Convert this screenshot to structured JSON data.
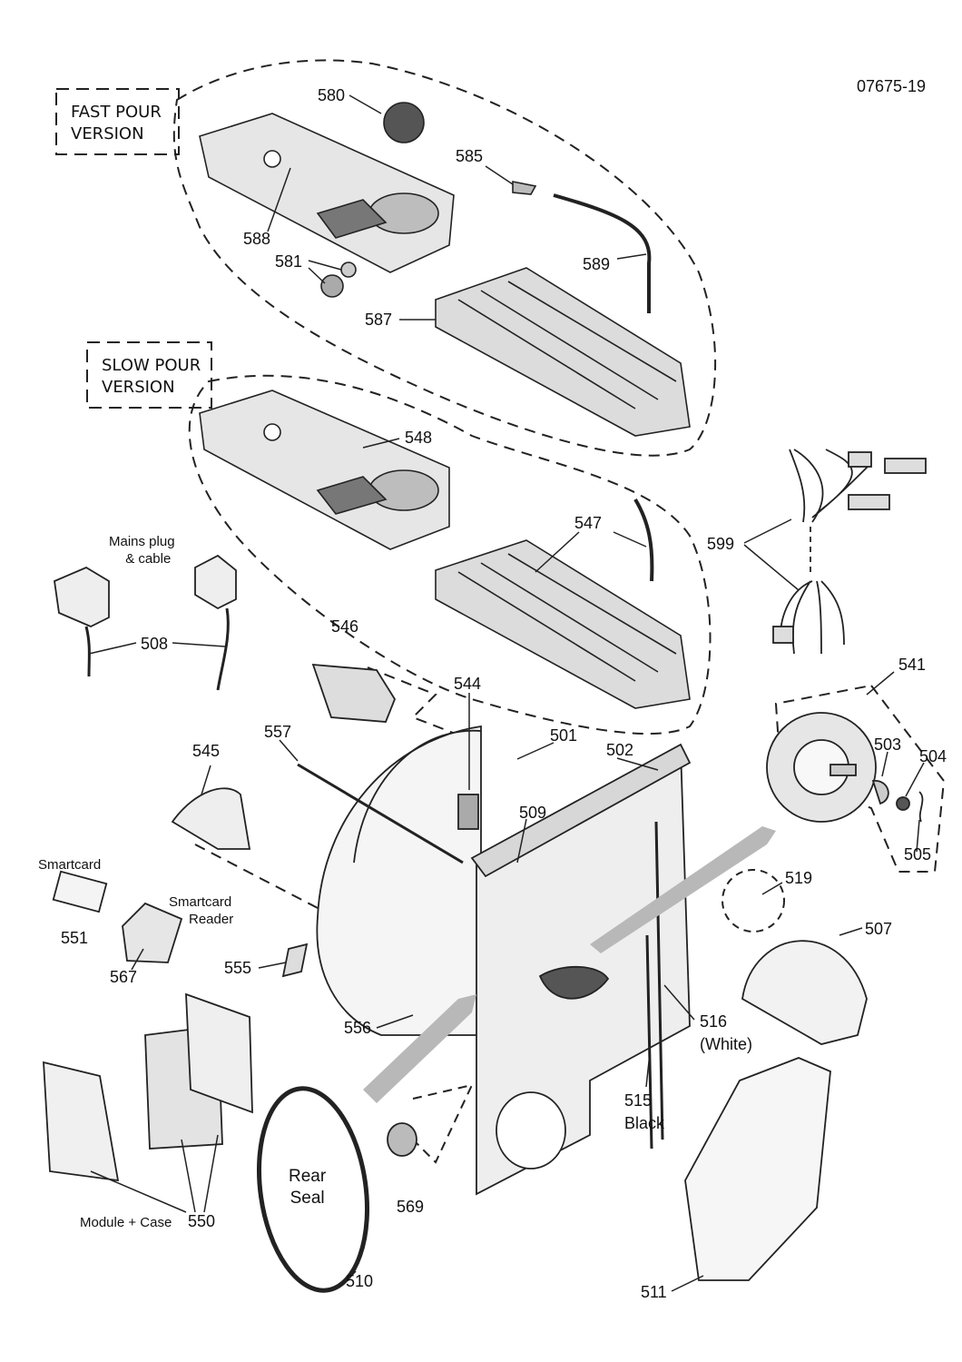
{
  "drawing_ref": "07675-19",
  "versions": {
    "fast_line1": "FAST POUR",
    "fast_line2": "VERSION",
    "slow_line1": "SLOW POUR",
    "slow_line2": "VERSION"
  },
  "captions": {
    "mains_line1": "Mains plug",
    "mains_line2": "& cable",
    "smartcard": "Smartcard",
    "reader_line1": "Smartcard",
    "reader_line2": "Reader",
    "module_case": "Module + Case",
    "rear_seal_line1": "Rear",
    "rear_seal_line2": "Seal",
    "white": "(White)",
    "black": "Black"
  },
  "parts": {
    "p580": "580",
    "p585": "585",
    "p588": "588",
    "p581": "581",
    "p589": "589",
    "p587": "587",
    "p548": "548",
    "p547": "547",
    "p599": "599",
    "p508": "508",
    "p546": "546",
    "p544": "544",
    "p541": "541",
    "p557": "557",
    "p501": "501",
    "p502": "502",
    "p545": "545",
    "p503": "503",
    "p504": "504",
    "p509": "509",
    "p505": "505",
    "p519": "519",
    "p551": "551",
    "p567": "567",
    "p507": "507",
    "p555": "555",
    "p516": "516",
    "p556": "556",
    "p515": "515",
    "p550": "550",
    "p569": "569",
    "p510": "510",
    "p511": "511"
  },
  "colors": {
    "line": "#222222",
    "fill_light": "#e6e6e6",
    "fill_mid": "#bdbdbd",
    "fill_dark": "#555555",
    "arrow": "#b8b8b8"
  }
}
